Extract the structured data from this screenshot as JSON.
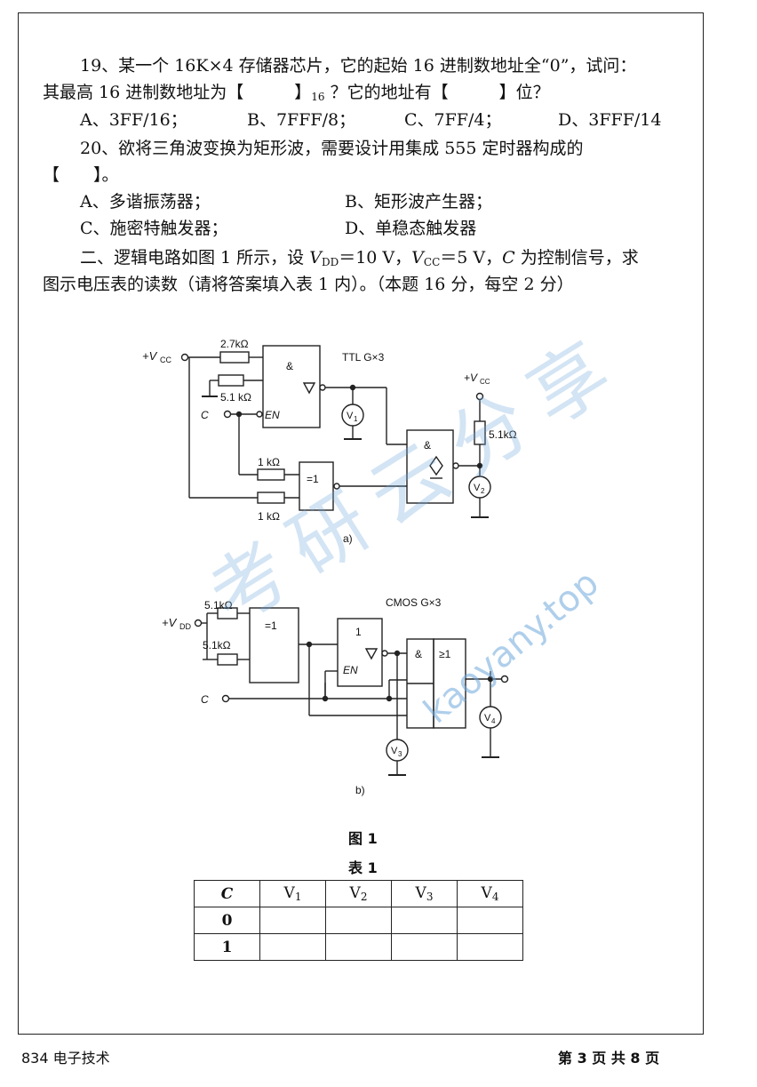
{
  "q19": {
    "line1": "19、某一个 16K×4 存储器芯片，它的起始 16 进制数地址全“0”，试问：",
    "line2_a": "其最高 16 进制数地址为【　　　】",
    "line2_sub": "16",
    "line2_b": " ？它的地址有【　　　】位？",
    "optA": "A、3FF/16；",
    "optB": "B、7FFF/8；",
    "optC": "C、7FF/4；",
    "optD": "D、3FFF/14"
  },
  "q20": {
    "line1": "20、欲将三角波变换为矩形波，需要设计用集成 555 定时器构成的",
    "line2": "【　　】。",
    "optA": "A、多谐振荡器；",
    "optB": "B、矩形波产生器；",
    "optC": "C、施密特触发器；",
    "optD": "D、单稳态触发器"
  },
  "part2": {
    "line1_a": "二、逻辑电路如图 1 所示，设 ",
    "vdd_main": "V",
    "vdd_sub": "DD",
    "line1_b": "＝10 V，",
    "vcc_main": "V",
    "vcc_sub": "CC",
    "line1_c": "＝5 V，",
    "c_var": "C",
    "line1_d": " 为控制信号，求",
    "line2": "图示电压表的读数（请将答案填入表 1 内）。（本题 16 分，每空 2 分）"
  },
  "figA": {
    "vcc_label": "+V",
    "vcc_sub": "CC",
    "r1": "2.7kΩ",
    "r2": "5.1 kΩ",
    "c_label": "C",
    "en_label": "EN",
    "gate1_sym": "&",
    "ttl_label": "TTL G×3",
    "vcc2_label": "+V",
    "vcc2_sub": "CC",
    "r5": "5.1kΩ",
    "xor_sym": "=1",
    "r3": "1 kΩ",
    "r4": "1 kΩ",
    "gate3_sym": "&",
    "v1": "V",
    "v1_sub": "1",
    "v2": "V",
    "v2_sub": "2",
    "caption": "a)"
  },
  "figB": {
    "vdd_label": "+V",
    "vdd_sub": "DD",
    "r1": "5.1kΩ",
    "r2": "5.1kΩ",
    "xor_sym": "=1",
    "buf_sym": "1",
    "en_label": "EN",
    "cmos_label": "CMOS G×3",
    "and_sym": "&",
    "or_sym": "≥1",
    "c_label": "C",
    "v3": "V",
    "v3_sub": "3",
    "v4": "V",
    "v4_sub": "4",
    "caption": "b)"
  },
  "fig_caption": "图 1",
  "table_caption": "表 1",
  "table": {
    "headers": [
      "C",
      "V1",
      "V2",
      "V3",
      "V4"
    ],
    "h_main": [
      "C",
      "V",
      "V",
      "V",
      "V"
    ],
    "h_sub": [
      "",
      "1",
      "2",
      "3",
      "4"
    ],
    "rows": [
      [
        "0",
        "",
        "",
        "",
        ""
      ],
      [
        "1",
        "",
        "",
        "",
        ""
      ]
    ]
  },
  "watermark": {
    "cn": "考研云分享",
    "url": "kaoyany.top"
  },
  "footer": {
    "left": "834 电子技术",
    "right": "第 3 页 共 8 页"
  }
}
